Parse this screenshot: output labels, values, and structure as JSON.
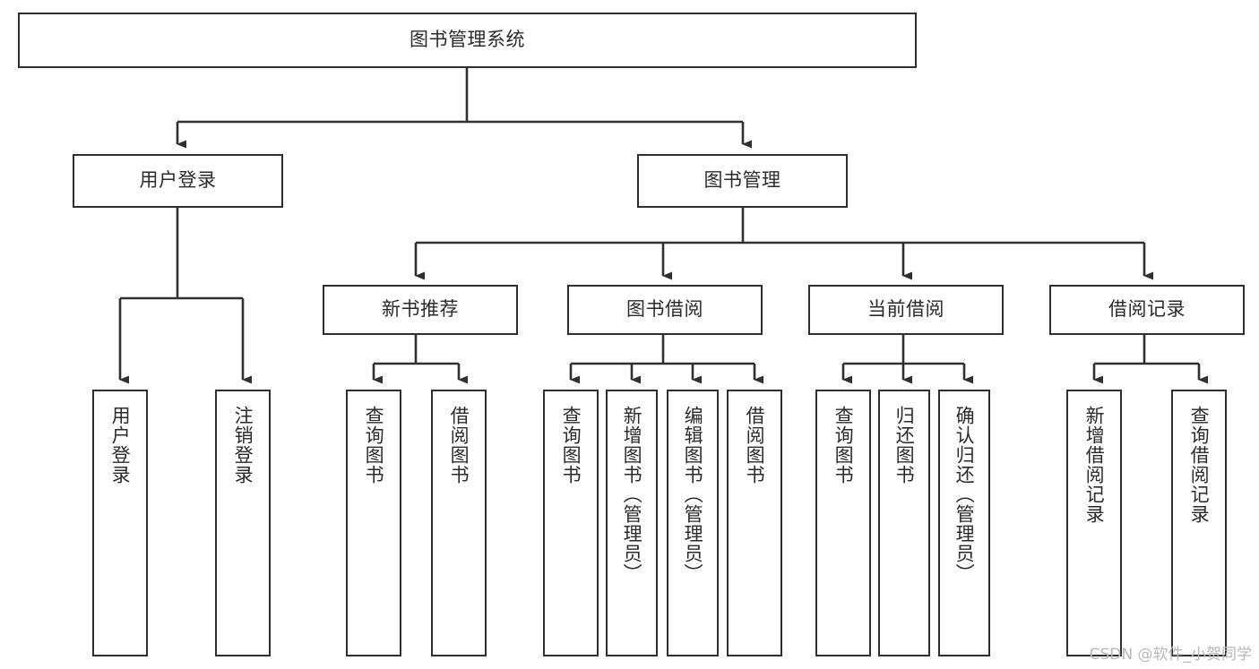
{
  "diagram": {
    "title": "图书管理系统",
    "type": "tree-hierarchy-diagram",
    "colors": {
      "stroke": "#303030",
      "fill": "#ffffff",
      "text": "#2b2b2b",
      "watermark": "#b9b9b9"
    },
    "watermark": "CSDN @软件_小贺同学",
    "nodes": {
      "root": {
        "label": "图书管理系统"
      },
      "level1": [
        {
          "id": "user-login",
          "label": "用户登录"
        },
        {
          "id": "book-manage",
          "label": "图书管理"
        }
      ],
      "level2": [
        {
          "id": "new-book-recommend",
          "label": "新书推荐"
        },
        {
          "id": "book-borrow",
          "label": "图书借阅"
        },
        {
          "id": "current-borrow",
          "label": "当前借阅"
        },
        {
          "id": "borrow-record",
          "label": "借阅记录"
        }
      ],
      "leaves": [
        {
          "id": "leaf-user-login",
          "label": "用户登录",
          "parent": "user-login"
        },
        {
          "id": "leaf-user-logout",
          "label": "注销登录",
          "parent": "user-login"
        },
        {
          "id": "leaf-query-book-1",
          "label": "查询图书",
          "parent": "new-book-recommend"
        },
        {
          "id": "leaf-borrow-book-1",
          "label": "借阅图书",
          "parent": "new-book-recommend"
        },
        {
          "id": "leaf-query-book-2",
          "label": "查询图书",
          "parent": "book-borrow"
        },
        {
          "id": "leaf-add-book",
          "label": "新增图书（管理员）",
          "parent": "book-borrow"
        },
        {
          "id": "leaf-edit-book",
          "label": "编辑图书（管理员）",
          "parent": "book-borrow"
        },
        {
          "id": "leaf-borrow-book-2",
          "label": "借阅图书",
          "parent": "book-borrow"
        },
        {
          "id": "leaf-query-book-3",
          "label": "查询图书",
          "parent": "current-borrow"
        },
        {
          "id": "leaf-return-book",
          "label": "归还图书",
          "parent": "current-borrow"
        },
        {
          "id": "leaf-confirm-return",
          "label": "确认归还（管理员）",
          "parent": "current-borrow"
        },
        {
          "id": "leaf-add-record",
          "label": "新增借阅记录",
          "parent": "borrow-record"
        },
        {
          "id": "leaf-query-record",
          "label": "查询借阅记录",
          "parent": "borrow-record"
        }
      ]
    }
  }
}
